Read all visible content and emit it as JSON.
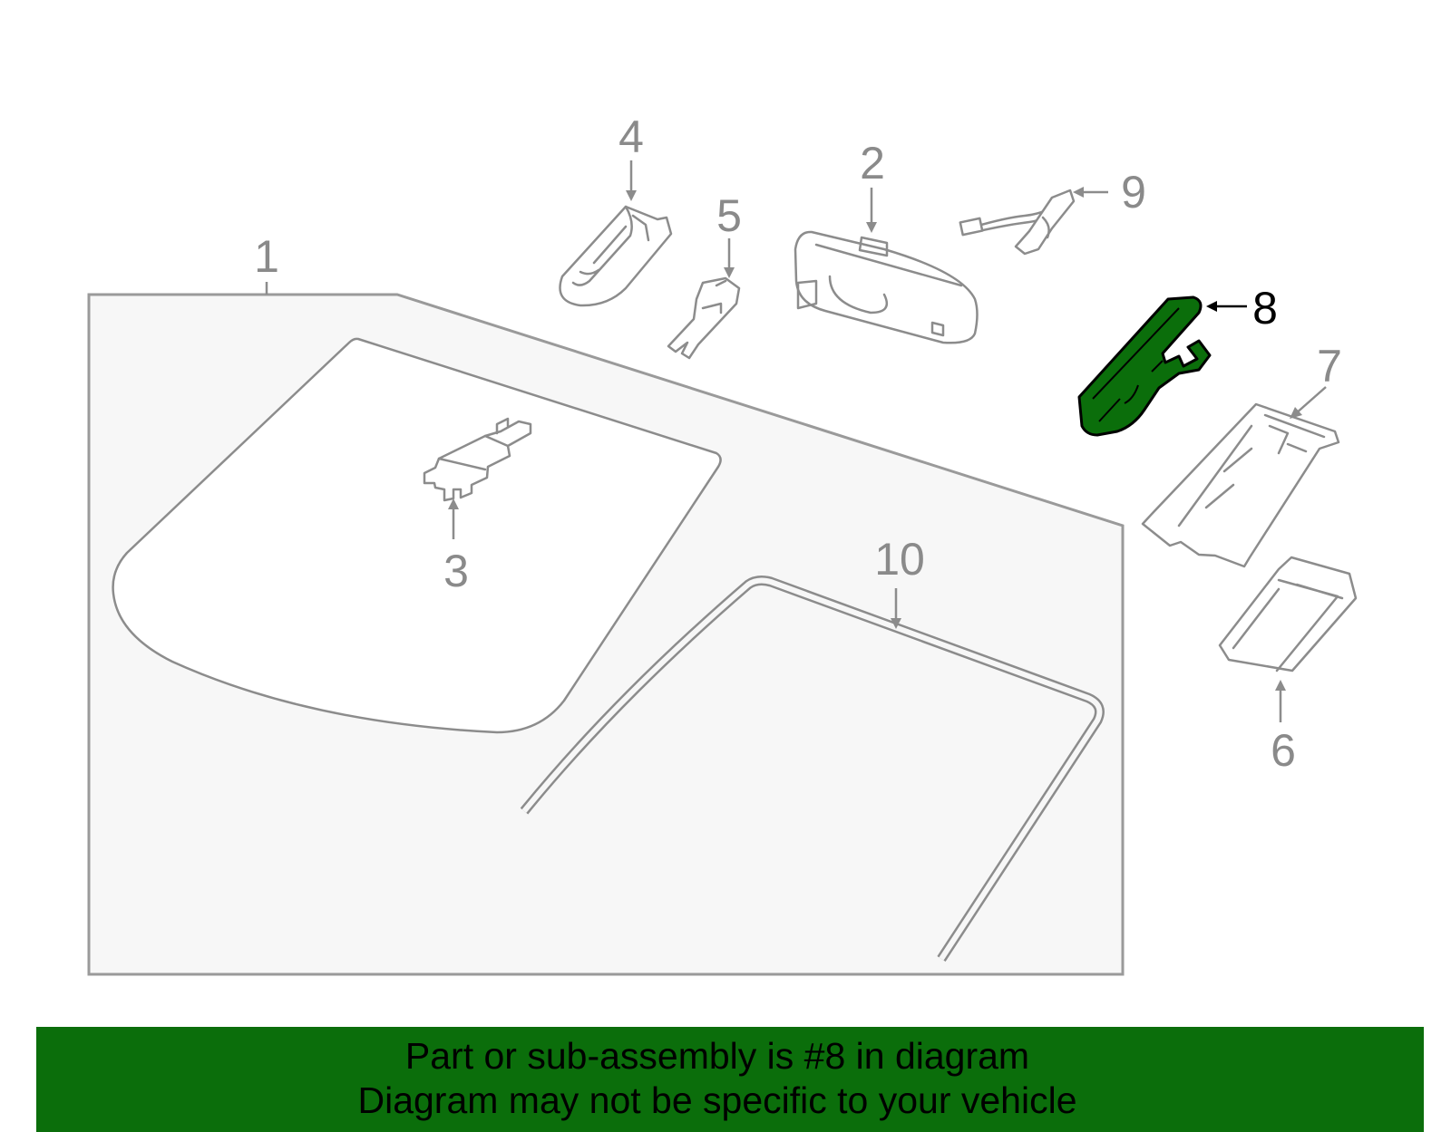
{
  "callouts": {
    "c1": "1",
    "c2": "2",
    "c3": "3",
    "c4": "4",
    "c5": "5",
    "c6": "6",
    "c7": "7",
    "c8": "8",
    "c9": "9",
    "c10": "10"
  },
  "highlighted_part": "8",
  "colors": {
    "highlight_fill": "#0b6e0b",
    "outline": "#8c8c8c",
    "panel_fill": "#f7f7f7",
    "banner_background": "#0b6e0b"
  },
  "banner": {
    "line1": "Part or sub-assembly is #8 in diagram",
    "line2": "Diagram may not be specific to your vehicle"
  }
}
